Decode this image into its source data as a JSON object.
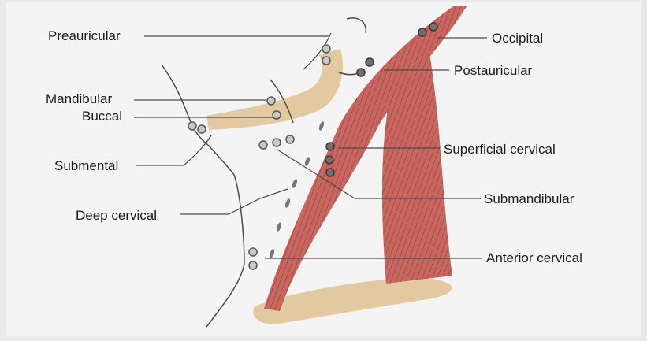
{
  "colors": {
    "background": "#e9e8ea",
    "panel": "#f4f4f5",
    "muscle": "#c86660",
    "muscle_stripe": "#9a3c38",
    "bone": "#e3c9a0",
    "node_light": "#c9c9c9",
    "node_dark": "#555555",
    "outline": "#4a4a4a"
  },
  "labels": {
    "preauricular": "Preauricular",
    "occipital": "Occipital",
    "postauricular": "Postauricular",
    "mandibular": "Mandibular",
    "buccal": "Buccal",
    "submental": "Submental",
    "superficial_cervical": "Superficial cervical",
    "submandibular": "Submandibular",
    "deep_cervical": "Deep cervical",
    "anterior_cervical": "Anterior cervical"
  }
}
